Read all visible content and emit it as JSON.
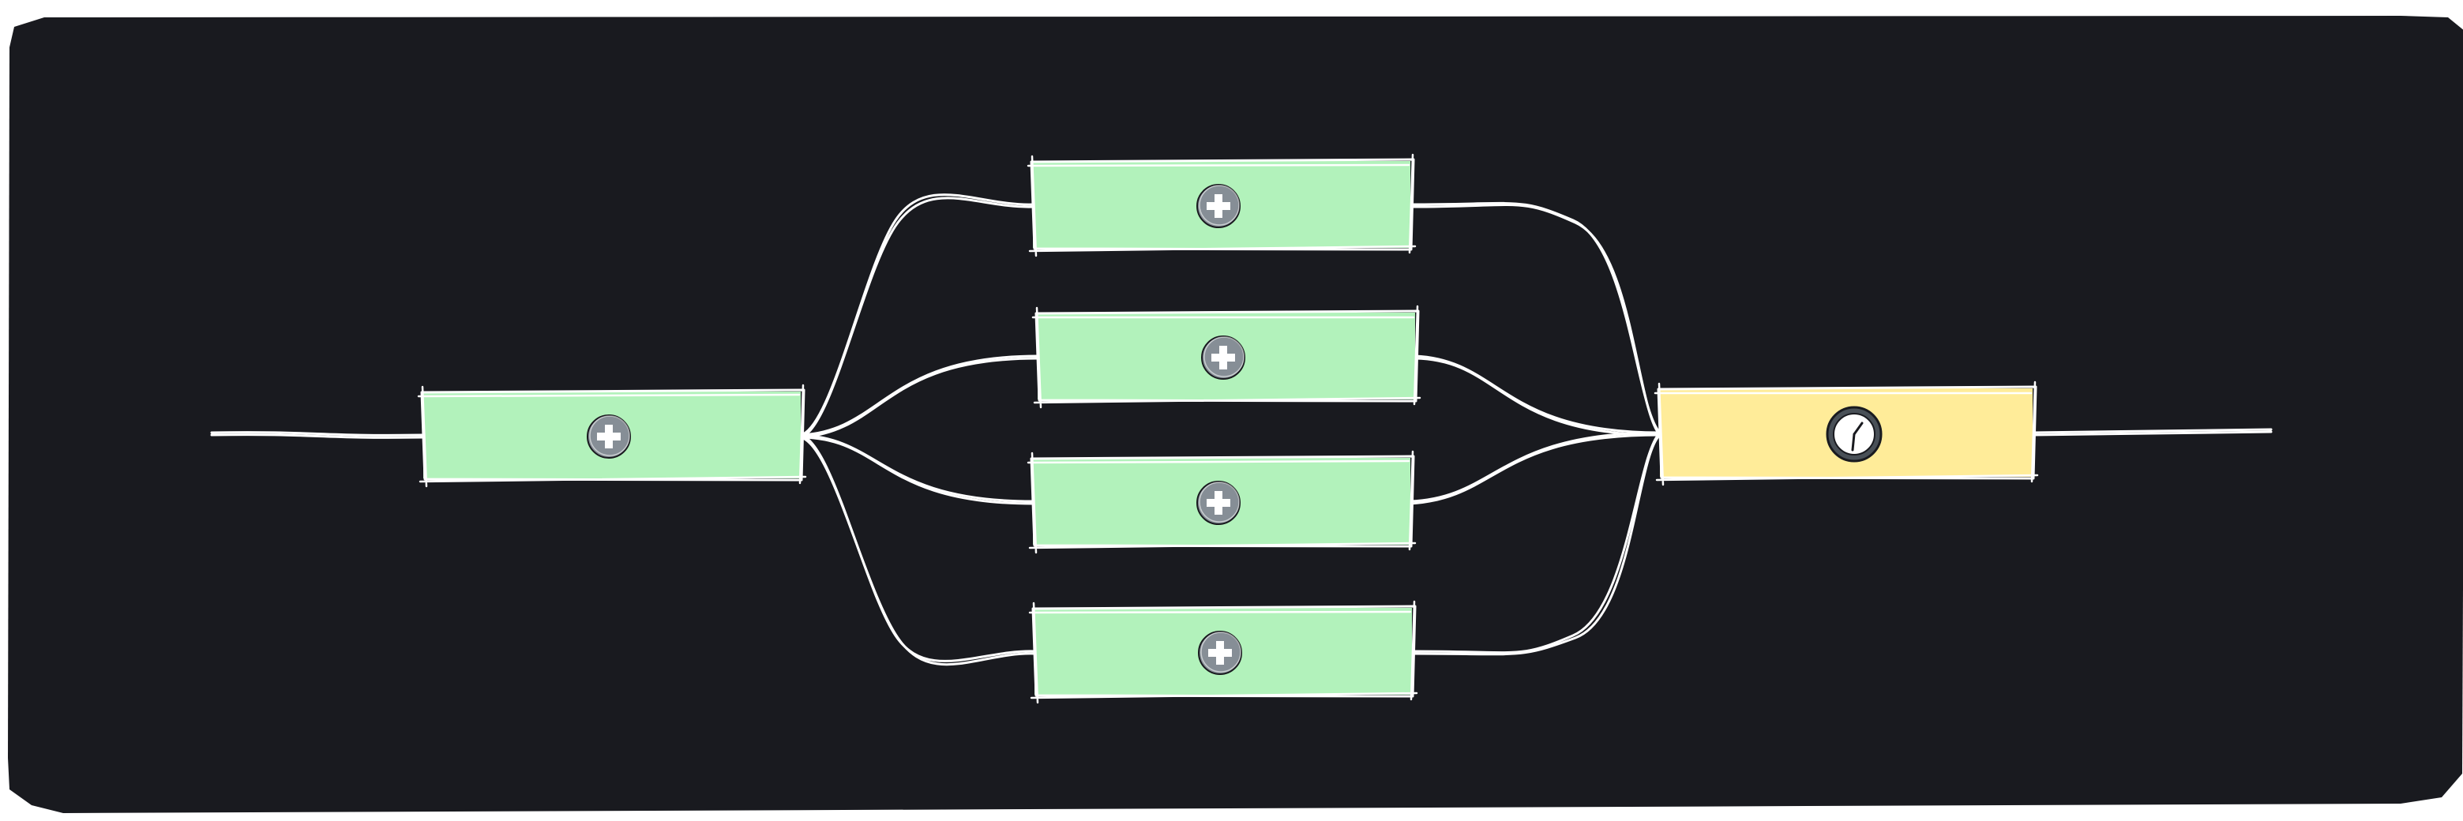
{
  "diagram": {
    "style": "hand-drawn sketch",
    "colors": {
      "background": "#191a1f",
      "stroke": "#ffffff",
      "task_fill": "#b2f2bb",
      "timer_fill": "#ffec99",
      "icon_fill": "#868e96",
      "icon_border": "#191a1f"
    },
    "nodes": [
      {
        "id": "start-task",
        "type": "task",
        "icon": "plus-icon"
      },
      {
        "id": "parallel-task-1",
        "type": "task",
        "icon": "plus-icon"
      },
      {
        "id": "parallel-task-2",
        "type": "task",
        "icon": "plus-icon"
      },
      {
        "id": "parallel-task-3",
        "type": "task",
        "icon": "plus-icon"
      },
      {
        "id": "parallel-task-4",
        "type": "task",
        "icon": "plus-icon"
      },
      {
        "id": "timer-task",
        "type": "timer",
        "icon": "clock-icon"
      }
    ],
    "edges": [
      {
        "from": "input",
        "to": "start-task"
      },
      {
        "from": "start-task",
        "to": "parallel-task-1"
      },
      {
        "from": "start-task",
        "to": "parallel-task-2"
      },
      {
        "from": "start-task",
        "to": "parallel-task-3"
      },
      {
        "from": "start-task",
        "to": "parallel-task-4"
      },
      {
        "from": "parallel-task-1",
        "to": "timer-task"
      },
      {
        "from": "parallel-task-2",
        "to": "timer-task"
      },
      {
        "from": "parallel-task-3",
        "to": "timer-task"
      },
      {
        "from": "parallel-task-4",
        "to": "timer-task"
      },
      {
        "from": "timer-task",
        "to": "output"
      }
    ]
  }
}
